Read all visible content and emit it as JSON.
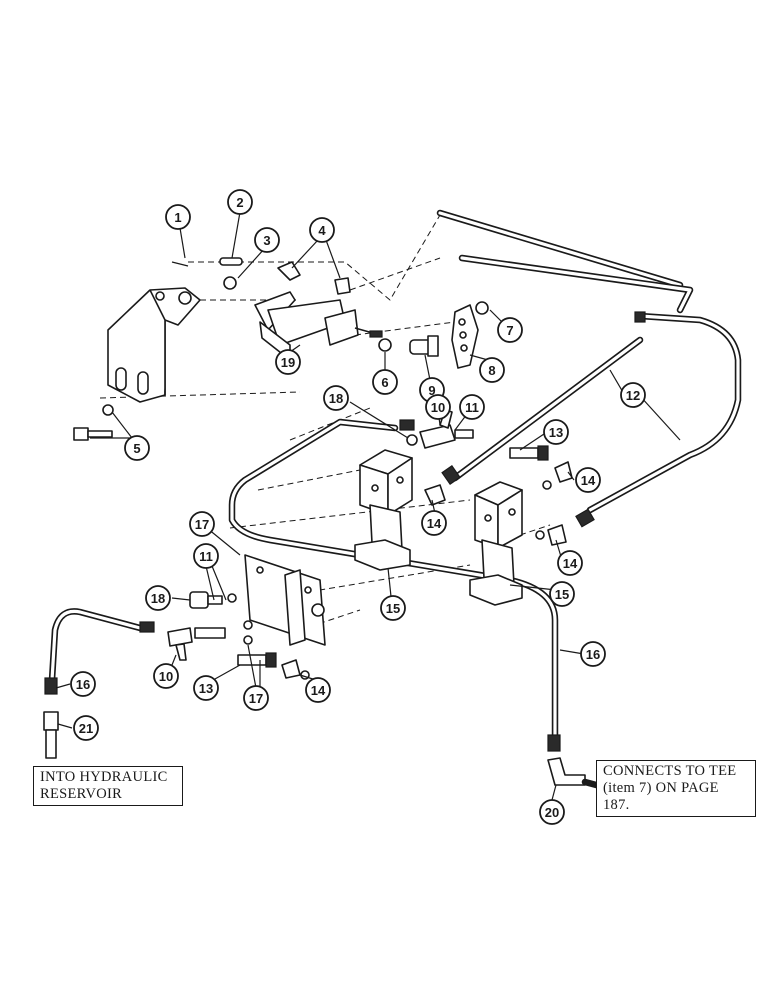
{
  "callouts": [
    "1",
    "2",
    "3",
    "4",
    "5",
    "6",
    "7",
    "8",
    "9",
    "10",
    "11",
    "12",
    "13",
    "14",
    "15",
    "16",
    "17",
    "18",
    "19",
    "20",
    "21"
  ],
  "notes": {
    "reservoir": "INTO HYDRAULIC\nRESERVOIR",
    "tee": "CONNECTS TO TEE\n(item 7) ON PAGE\n187."
  }
}
